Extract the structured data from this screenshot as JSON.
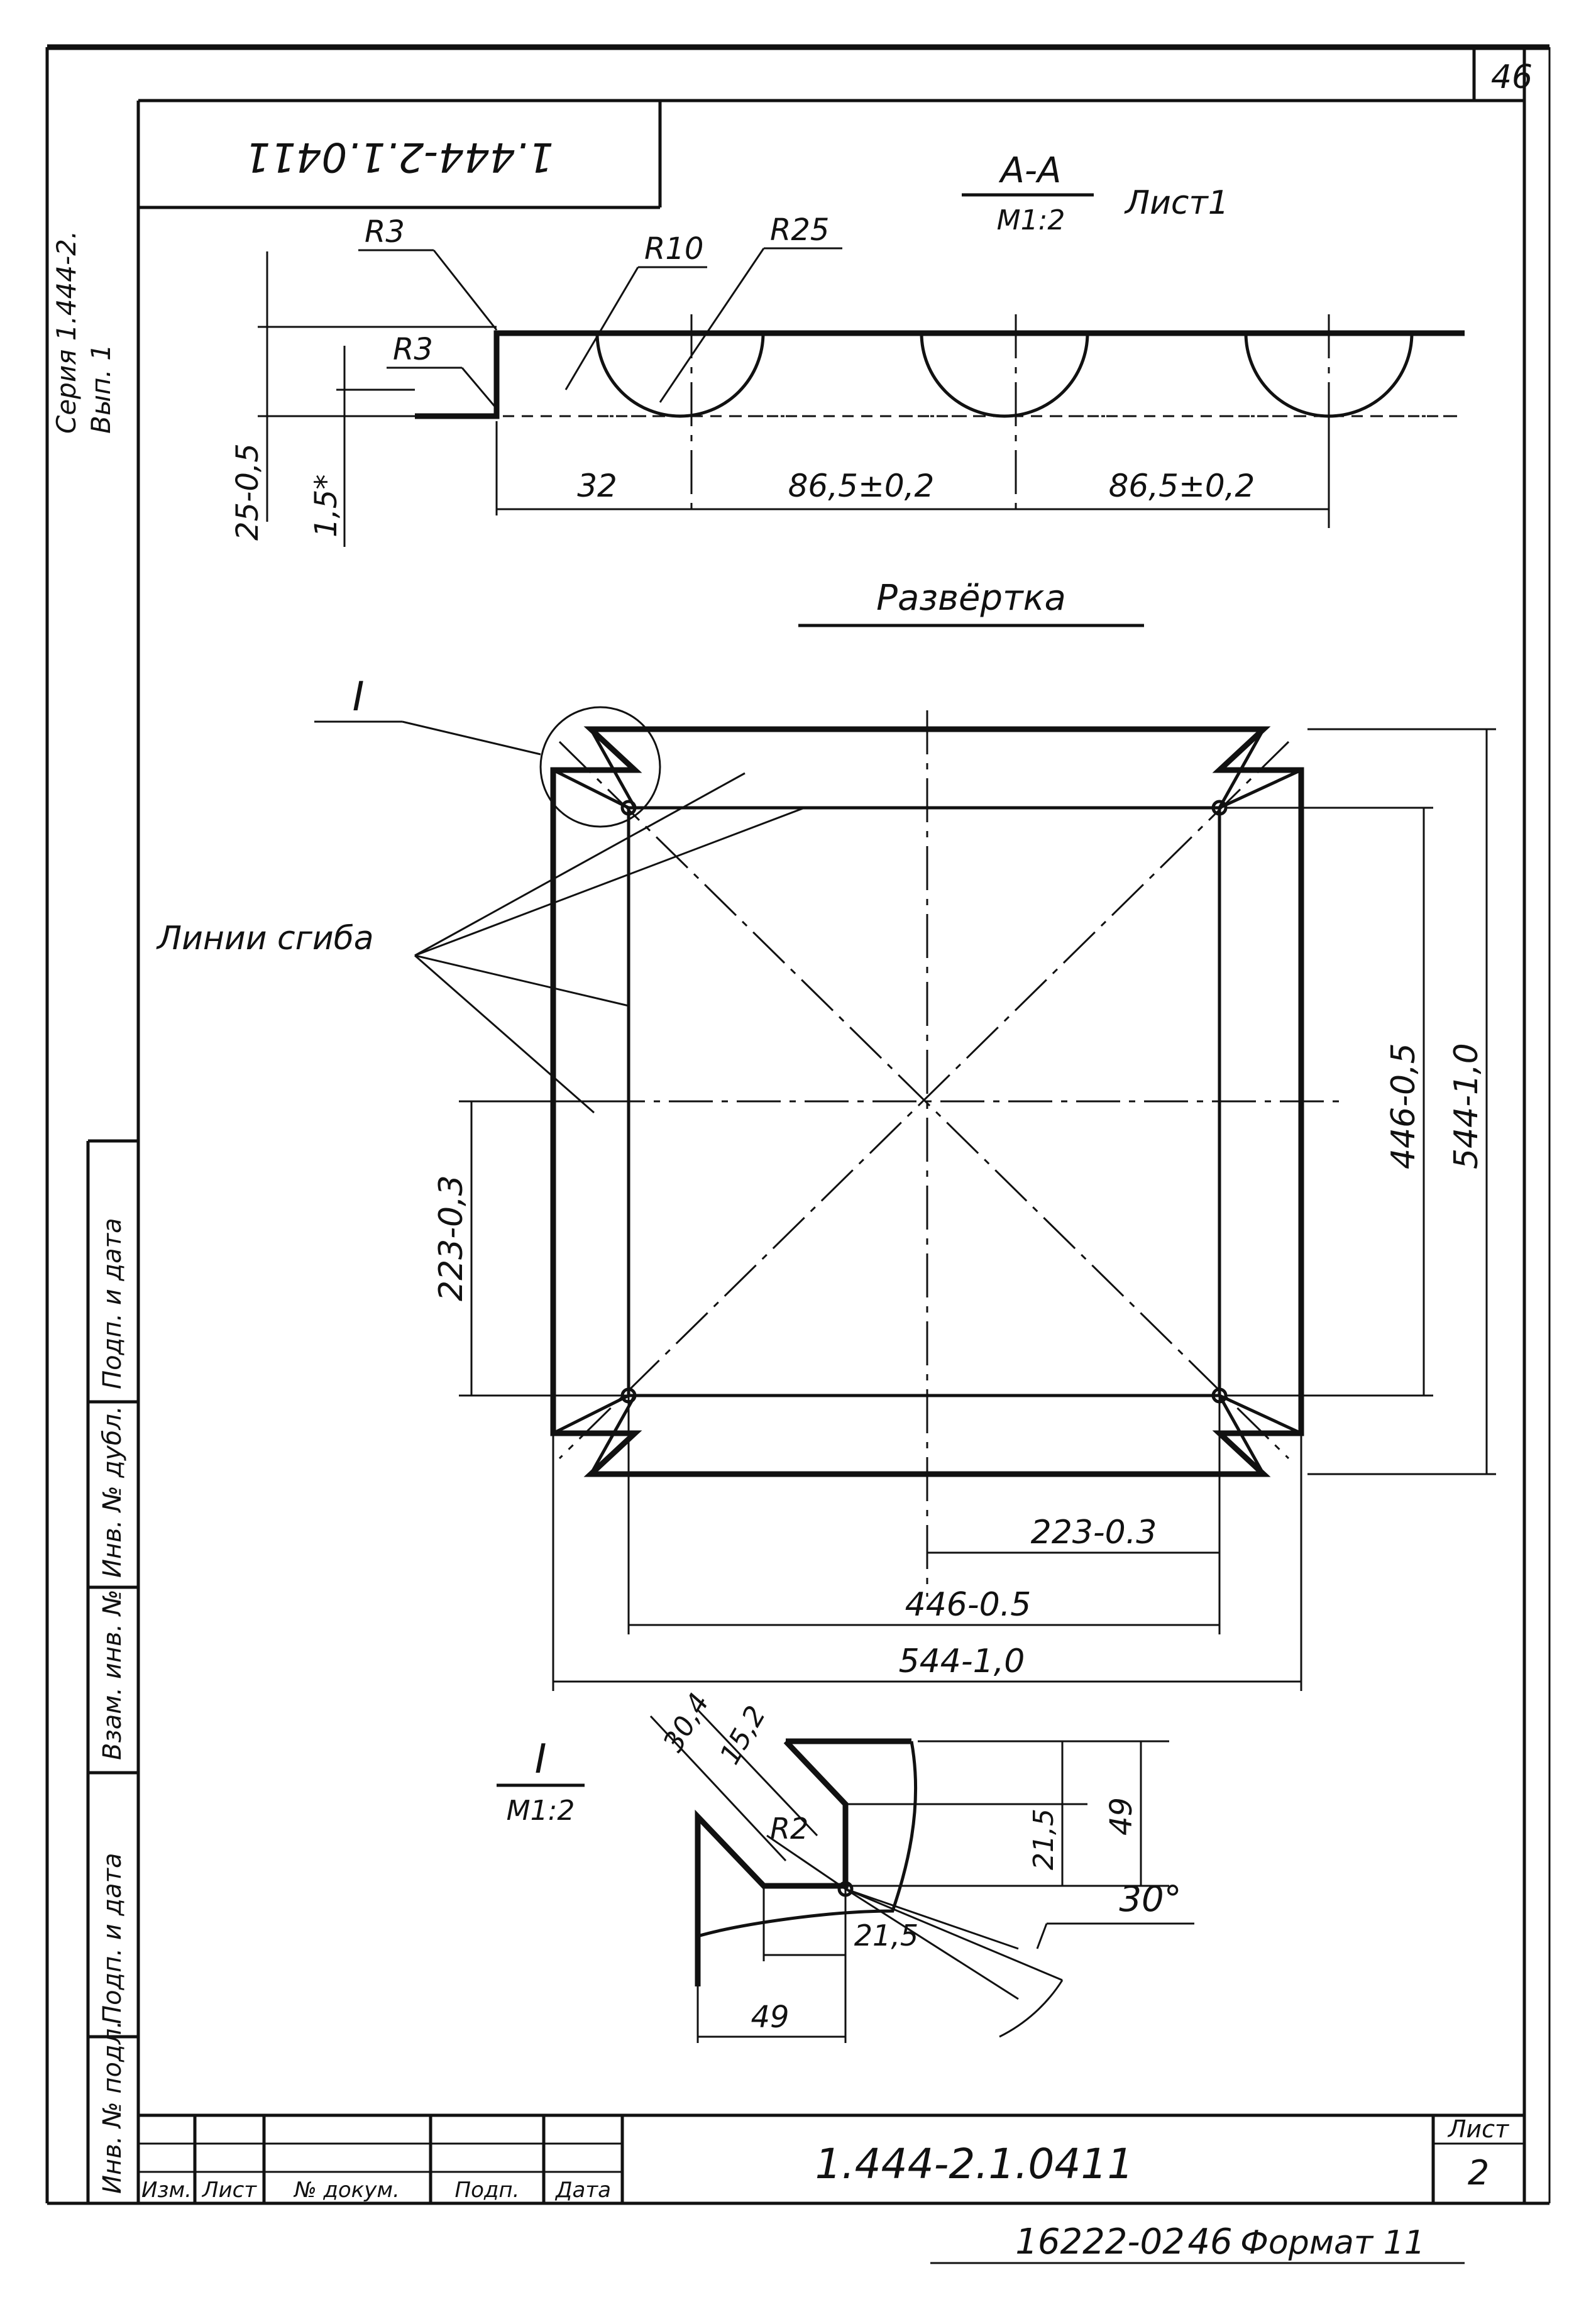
{
  "corner_sheet_number": "46",
  "side_label": [
    "Серия 1.444-2.",
    "Вып. 1"
  ],
  "stamp_top_rotated": "1.444-2.1.0411",
  "section": {
    "title": "А-А",
    "scale": "М1:2",
    "sheet_note": "Лист1",
    "labels": {
      "r3_top": "R3",
      "r3_side": "R3",
      "r10": "R10",
      "r25": "R25",
      "height_dim": "25-0,5",
      "thickness_dim": "1,5*",
      "dim_first": "32",
      "dim_second": "86,5±0,2",
      "dim_third": "86,5±0,2"
    }
  },
  "development": {
    "title": "Развёртка",
    "detail_callout": "I",
    "bend_lines_label": "Линии сгиба",
    "dims": {
      "half_left": "223-0,3",
      "inner_vertical": "446-0,5",
      "outer_vertical": "544-1,0",
      "half_bottom": "223-0.3",
      "inner_horizontal": "446-0.5",
      "outer_horizontal": "544-1,0"
    }
  },
  "detail": {
    "label": "I",
    "scale": "М1:2",
    "dims": {
      "d30_4": "30,4",
      "d15_2": "15,2",
      "r2": "R2",
      "d21_5_vertical": "21,5",
      "d49_vertical": "49",
      "d21_5_horizontal": "21,5",
      "d49_horizontal": "49",
      "angle": "30°"
    }
  },
  "side_stamp_cells": [
    "Инв. № подл.",
    "Подп. и дата",
    "Взам. инв. №",
    "Инв. № дубл.",
    "Подп. и дата"
  ],
  "title_block": {
    "columns": [
      "Изм.",
      "Лист",
      "№ докум.",
      "Подп.",
      "Дата"
    ],
    "designation": "1.444-2.1.0411",
    "sheet_label": "Лист",
    "sheet_number": "2"
  },
  "footer": {
    "code": "16222-02",
    "number": "46",
    "format": "Формат 11"
  }
}
